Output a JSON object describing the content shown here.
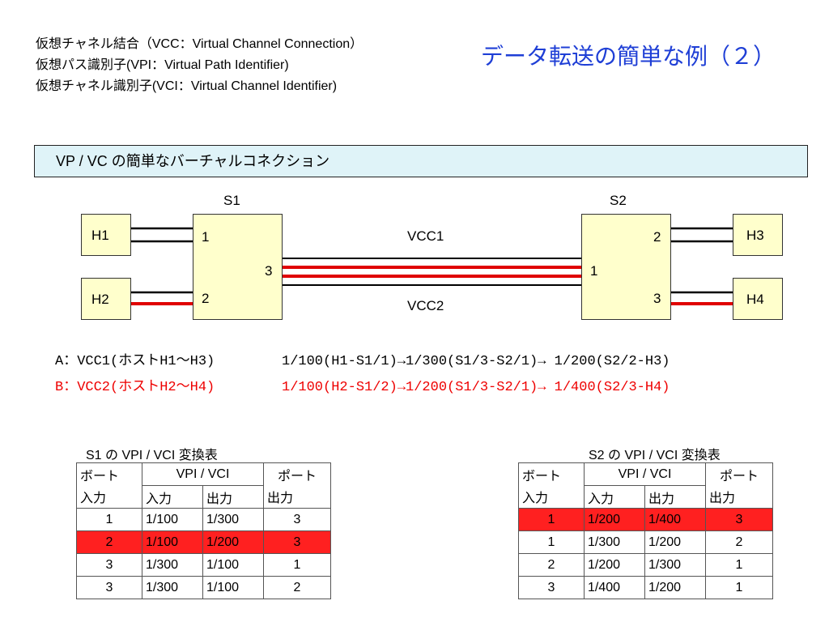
{
  "definitions": [
    "仮想チャネル結合（VCC：Virtual Channel Connection）",
    "仮想パス識別子(VPI：Virtual Path Identifier)",
    "仮想チャネル識別子(VCI：Virtual Channel Identifier)"
  ],
  "title": "データ転送の簡単な例（２）",
  "section_heading": "VP / VC の簡単なバーチャルコネクション",
  "diagram": {
    "switch1": "S1",
    "switch2": "S2",
    "h1": "H1",
    "h2": "H2",
    "h3": "H3",
    "h4": "H4",
    "s1_port1": "1",
    "s1_port2": "2",
    "s1_port3": "3",
    "s2_port1": "1",
    "s2_port2": "2",
    "s2_port3": "3",
    "vcc1": "VCC1",
    "vcc2": "VCC2",
    "colors": {
      "box_fill": "#ffffcc",
      "red_line": "#e00000"
    }
  },
  "routes": [
    {
      "label": "A：VCC1(ホストH1～H3)",
      "path": "1/100(H1-S1/1)→1/300(S1/3-S2/1)→ 1/200(S2/2-H3)"
    },
    {
      "label": "B：VCC2(ホストH2～H4)",
      "path": "1/100(H2-S1/2)→1/200(S1/3-S2/1)→ 1/400(S2/3-H4)"
    }
  ],
  "s1_table": {
    "caption": "S1 の VPI / VCI 変換表",
    "header": {
      "port_in_1": "ボート",
      "port_in_2": "入力",
      "vpivci": "VPI / VCI",
      "in": "入力",
      "out": "出力",
      "port_out_1": "ポート",
      "port_out_2": "出力"
    },
    "rows": [
      [
        "1",
        "1/100",
        "1/300",
        "3"
      ],
      [
        "2",
        "1/100",
        "1/200",
        "3"
      ],
      [
        "3",
        "1/300",
        "1/100",
        "1"
      ],
      [
        "3",
        "1/300",
        "1/100",
        "2"
      ]
    ]
  },
  "s2_table": {
    "caption": "S2 の VPI / VCI 変換表",
    "header": {
      "port_in_1": "ボート",
      "port_in_2": "入力",
      "vpivci": "VPI / VCI",
      "in": "入力",
      "out": "出力",
      "port_out_1": "ポート",
      "port_out_2": "出力"
    },
    "rows": [
      [
        "1",
        "1/200",
        "1/400",
        "3"
      ],
      [
        "1",
        "1/300",
        "1/200",
        "2"
      ],
      [
        "2",
        "1/200",
        "1/300",
        "1"
      ],
      [
        "3",
        "1/400",
        "1/200",
        "1"
      ]
    ]
  },
  "highlight_color": "#ff2020"
}
